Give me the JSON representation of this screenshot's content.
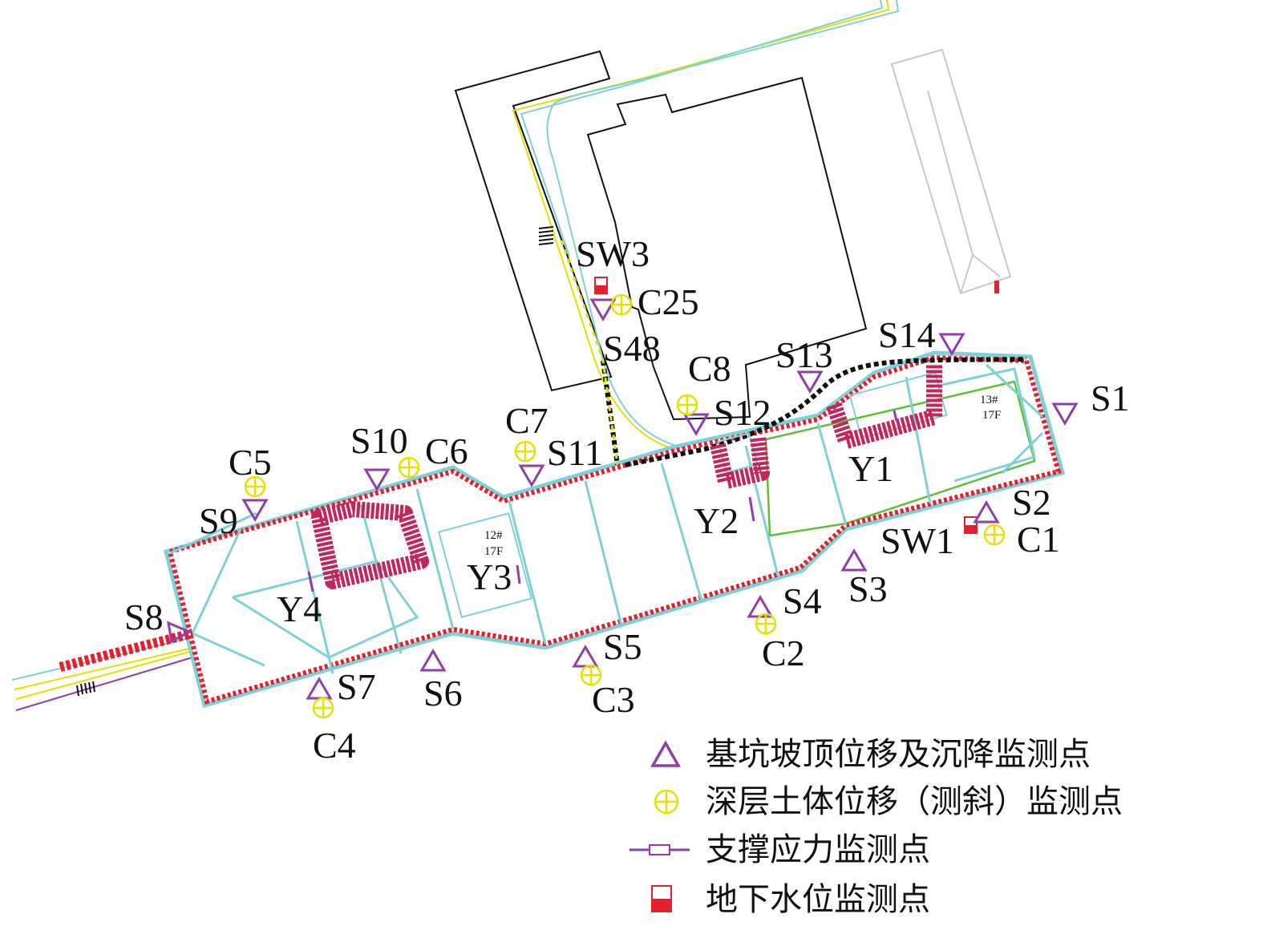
{
  "colors": {
    "settlement_marker": "#8e3fa8",
    "inclinometer_marker": "#e3e300",
    "strut_marker": "#8e3fa8",
    "groundwater_marker": "#e5202e",
    "pit_outline": "#7fd1d6",
    "retaining_wall": "#e5202e",
    "pile_fill": "#c0285a",
    "building_outline": "#111111",
    "road_yellow": "#e3e300",
    "road_cyan": "#7fd1d6",
    "road_purple": "#8e3fa8",
    "green_outline": "#5fbf3a",
    "gray_building": "#c8c8c8"
  },
  "labels": {
    "S1": "S1",
    "S2": "S2",
    "S3": "S3",
    "S4": "S4",
    "S5": "S5",
    "S6": "S6",
    "S7": "S7",
    "S8": "S8",
    "S9": "S9",
    "S10": "S10",
    "S11": "S11",
    "S12": "S12",
    "S13": "S13",
    "S14": "S14",
    "S48": "S48",
    "C1": "C1",
    "C2": "C2",
    "C3": "C3",
    "C4": "C4",
    "C5": "C5",
    "C6": "C6",
    "C7": "C7",
    "C8": "C8",
    "C25": "C25",
    "SW1": "SW1",
    "SW3": "SW3",
    "Y1": "Y1",
    "Y2": "Y2",
    "Y3": "Y3",
    "Y4": "Y4"
  },
  "building_notes": {
    "b13_line1": "13#",
    "b13_line2": "17F",
    "b12_line1": "12#",
    "b12_line2": "17F"
  },
  "legend": {
    "settlement": "基坑坡顶位移及沉降监测点",
    "inclinometer": "深层土体位移（测斜）监测点",
    "strut": "支撑应力监测点",
    "groundwater": "地下水位监测点"
  }
}
